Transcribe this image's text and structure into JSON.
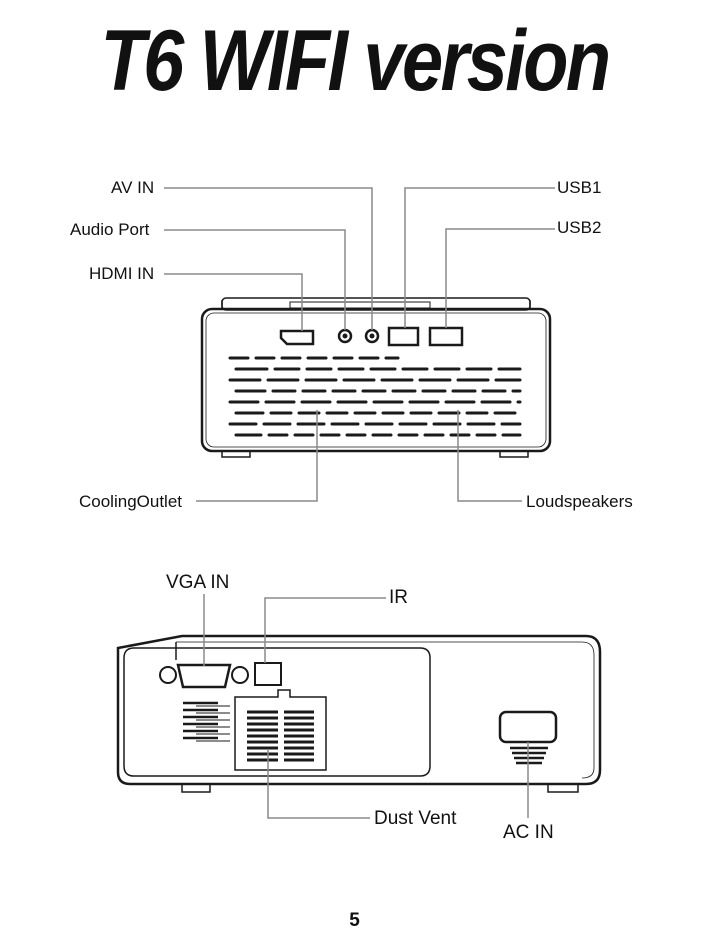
{
  "title": "T6 WIFI version",
  "front_view": {
    "labels": {
      "av_in": "AV IN",
      "audio_port": "Audio Port",
      "hdmi_in": "HDMI IN",
      "usb1": "USB1",
      "usb2": "USB2",
      "cooling_outlet": "CoolingOutlet",
      "loudspeakers": "Loudspeakers"
    }
  },
  "rear_view": {
    "labels": {
      "vga_in": "VGA  IN",
      "ir": "IR",
      "dust_vent": "Dust Vent",
      "ac_in": "AC  IN"
    }
  },
  "page_number": "5",
  "colors": {
    "outline": "#1a1a1a",
    "leader_line": "#8a8a8a"
  }
}
